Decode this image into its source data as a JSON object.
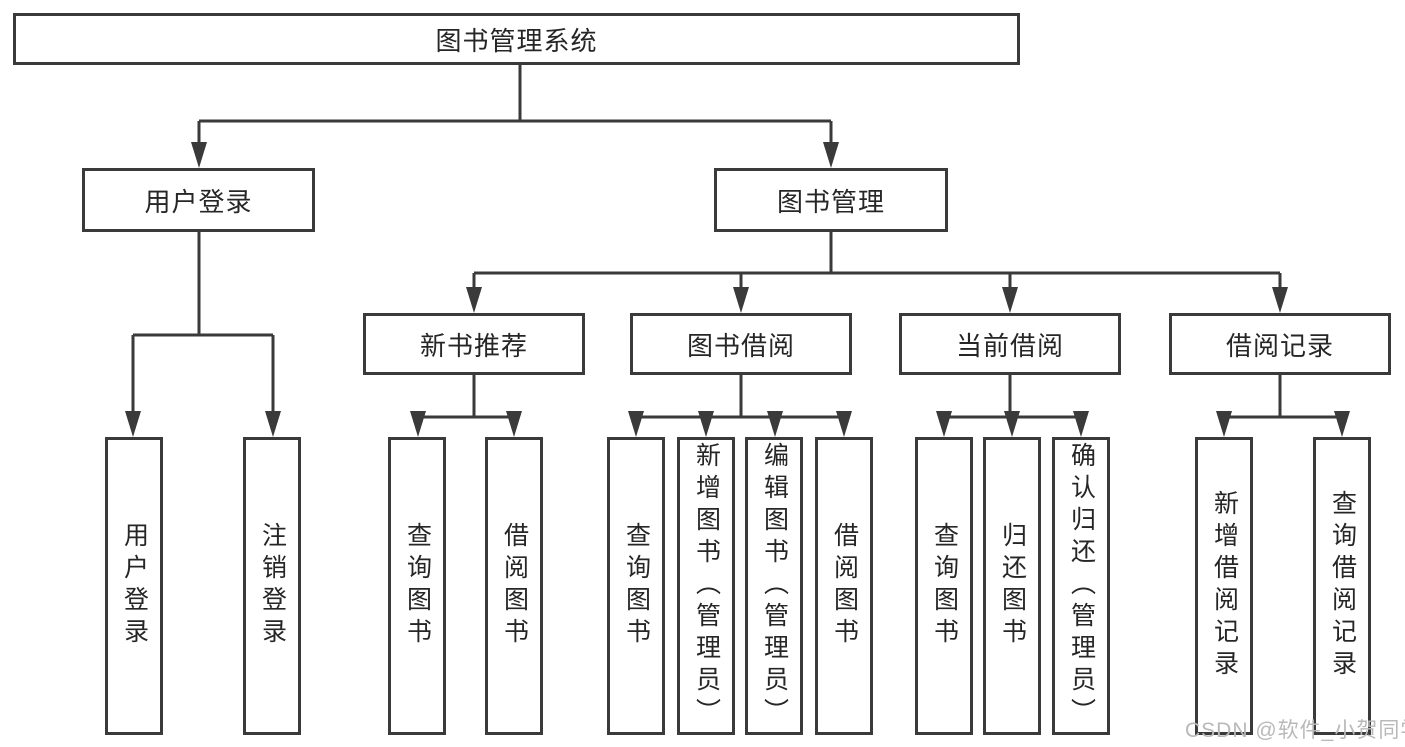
{
  "diagram": {
    "root": {
      "label": "图书管理系统"
    },
    "groups": [
      {
        "label": "用户登录",
        "children": [
          {
            "label": "用户登录"
          },
          {
            "label": "注销登录"
          }
        ]
      },
      {
        "label": "图书管理",
        "subgroups": [
          {
            "label": "新书推荐",
            "children": [
              {
                "label": "查询图书"
              },
              {
                "label": "借阅图书"
              }
            ]
          },
          {
            "label": "图书借阅",
            "children": [
              {
                "label": "查询图书"
              },
              {
                "label": "新增图书（管理员）"
              },
              {
                "label": "编辑图书（管理员）"
              },
              {
                "label": "借阅图书"
              }
            ]
          },
          {
            "label": "当前借阅",
            "children": [
              {
                "label": "查询图书"
              },
              {
                "label": "归还图书"
              },
              {
                "label": "确认归还（管理员）"
              }
            ]
          },
          {
            "label": "借阅记录",
            "children": [
              {
                "label": "新增借阅记录"
              },
              {
                "label": "查询借阅记录"
              }
            ]
          }
        ]
      }
    ]
  },
  "watermark": {
    "text": "CSDN @软件_小贺同学"
  },
  "colors": {
    "line": "#3a3a3a",
    "text": "#262626",
    "watermark": "#b9b9b9",
    "background": "#ffffff"
  }
}
